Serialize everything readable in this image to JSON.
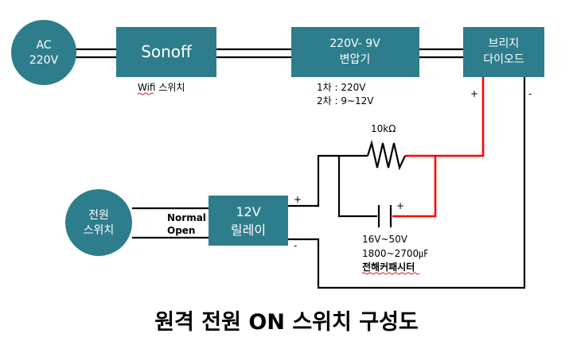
{
  "nodes": {
    "ac": {
      "line1": "AC",
      "line2": "220V"
    },
    "sonoff": {
      "label": "Sonoff"
    },
    "transformer": {
      "line1": "220V- 9V",
      "line2": "변압기"
    },
    "bridge": {
      "line1": "브리지",
      "line2": "다이오드"
    },
    "power_switch": {
      "line1": "전원",
      "line2": "스위치"
    },
    "relay": {
      "line1": "12V",
      "line2": "릴레이"
    }
  },
  "annotations": {
    "wifi": "Wifi 스위치",
    "primary": "1차 : 220V",
    "secondary": "2차 : 9~12V",
    "resistor": "10kΩ",
    "bridge_plus": "+",
    "bridge_minus": "-",
    "cap_plus": "+",
    "relay_plus": "+",
    "relay_minus": "-",
    "normal": "Normal",
    "open": "Open",
    "cap_voltage": "16V~50V",
    "cap_value": "1800~2700㎌",
    "cap_name": "전해커패시터"
  },
  "title": "원격 전원 ON 스위치 구성도",
  "colors": {
    "node": "#2E7D8C",
    "wire": "#000000",
    "positive_wire": "#ff0000"
  }
}
